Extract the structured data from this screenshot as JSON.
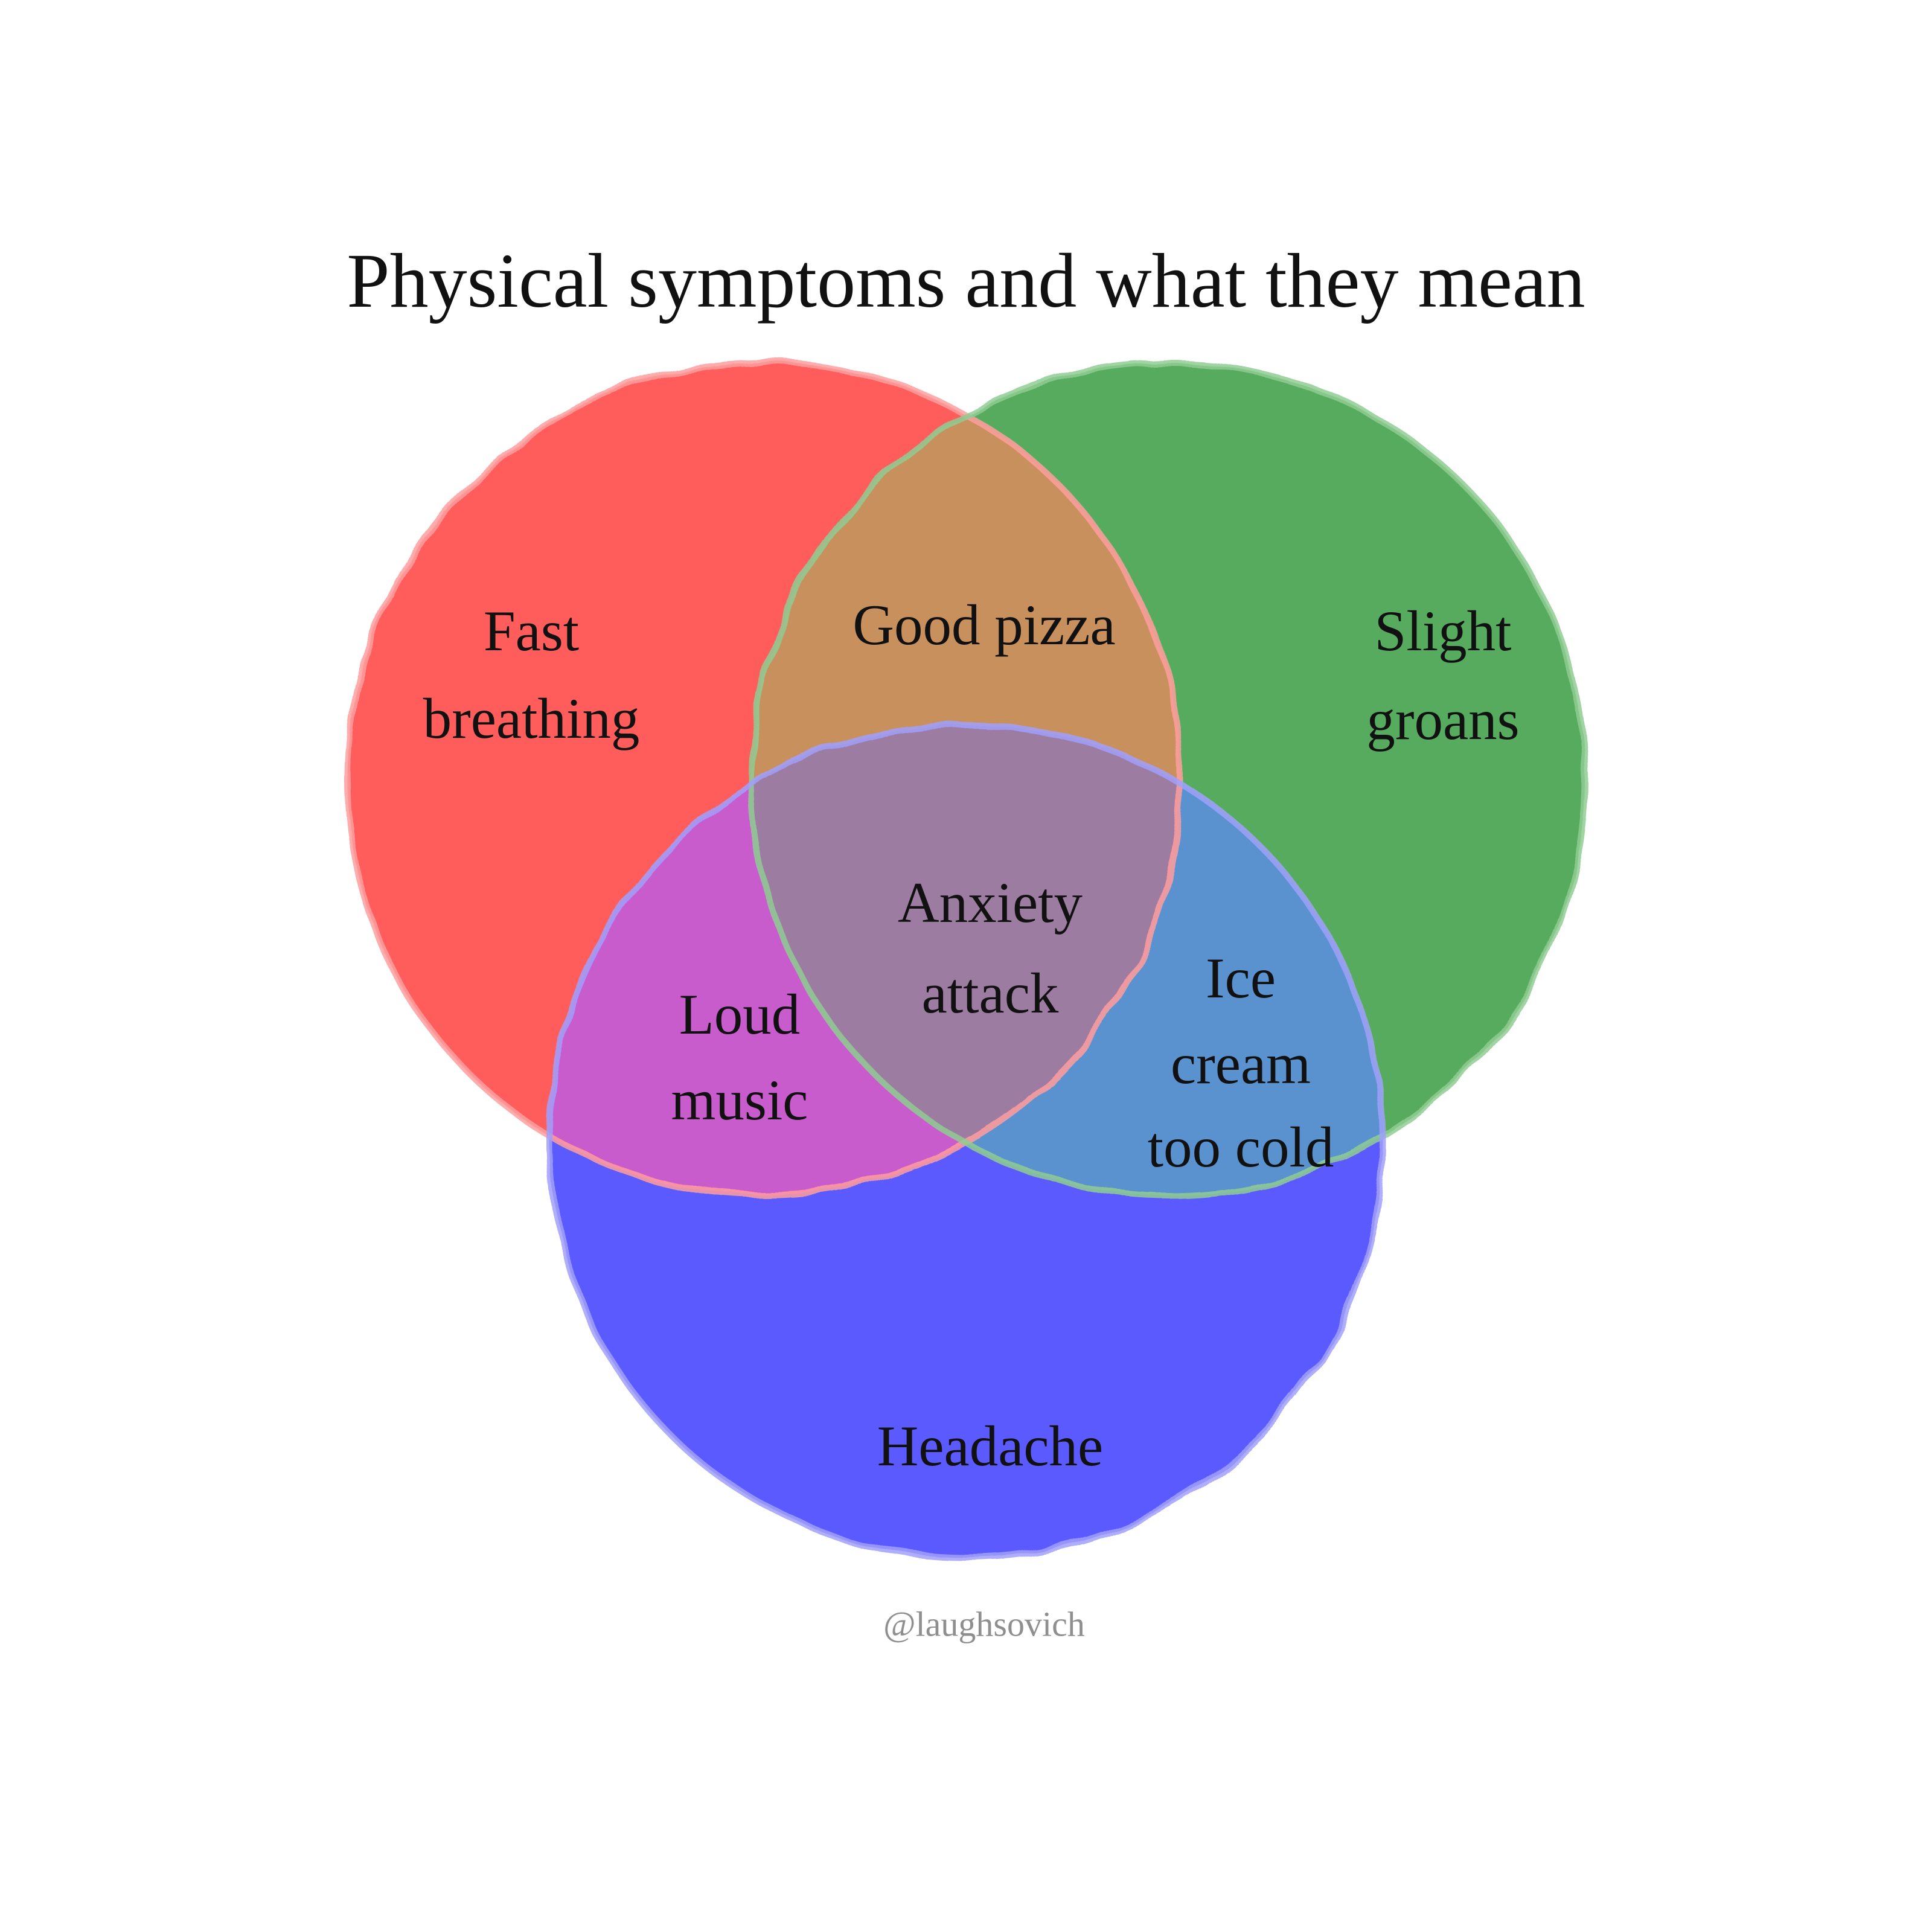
{
  "title": "Physical symptoms and what they mean",
  "watermark": "@laughsovich",
  "colors": {
    "background": "#ffffff",
    "text": "#111111",
    "watermark_text": "#8f8f8f",
    "red_circle": "#ff5c5c",
    "green_circle": "#57ab5e",
    "blue_circle": "#5a5aff",
    "red_green_overlap": "#c8905c",
    "red_blue_overlap": "#c95bcd",
    "green_blue_overlap": "#5a91cf",
    "center_overlap": "#9c7ba0",
    "red_outline": "#ff9d9d",
    "green_outline": "#8fcc92",
    "blue_outline": "#a0a0fb"
  },
  "venn": {
    "type": "venn-3-circle",
    "circles": [
      {
        "id": "red",
        "label": "Fast breathing",
        "meaning": "red circle (top left)"
      },
      {
        "id": "green",
        "label": "Slight groans",
        "meaning": "green circle (top right)"
      },
      {
        "id": "blue",
        "label": "Headache",
        "meaning": "blue circle (bottom)"
      }
    ],
    "overlaps": [
      {
        "between": [
          "red",
          "green"
        ],
        "label": "Good pizza"
      },
      {
        "between": [
          "red",
          "blue"
        ],
        "label": "Loud music"
      },
      {
        "between": [
          "green",
          "blue"
        ],
        "label": "Ice cream too cold"
      },
      {
        "between": [
          "red",
          "green",
          "blue"
        ],
        "label": "Anxiety attack"
      }
    ]
  },
  "regions": {
    "red": {
      "lines": [
        "Fast",
        "breathing"
      ]
    },
    "green": {
      "lines": [
        "Slight",
        "groans"
      ]
    },
    "blue": {
      "lines": [
        "Headache"
      ]
    },
    "red_green": {
      "lines": [
        "Good pizza"
      ]
    },
    "red_blue": {
      "lines": [
        "Loud",
        "music"
      ]
    },
    "green_blue": {
      "lines": [
        "Ice",
        "cream",
        "too cold"
      ]
    },
    "center": {
      "lines": [
        "Anxiety",
        "attack"
      ]
    }
  }
}
